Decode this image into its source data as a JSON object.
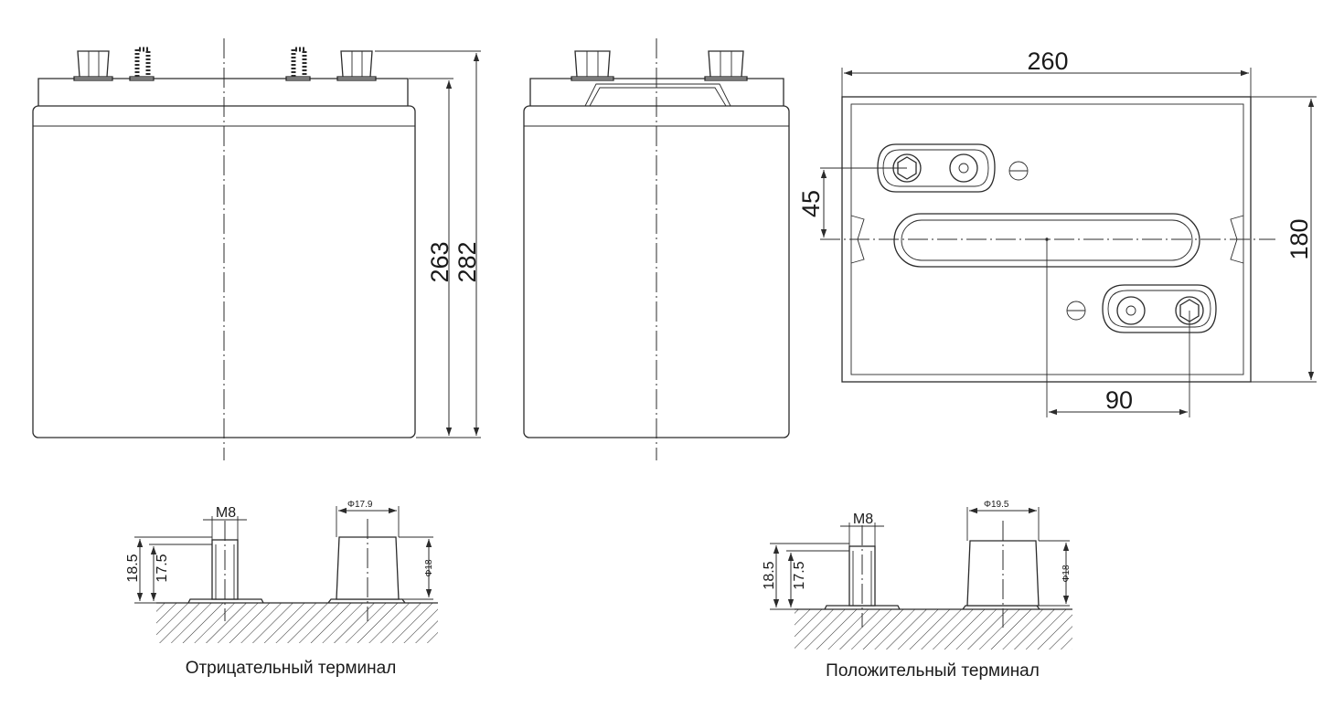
{
  "dimensions": {
    "width": "260",
    "depth": "180",
    "height_case": "263",
    "height_total": "282",
    "terminal_offset_y": "45",
    "terminal_offset_x": "90"
  },
  "negative_terminal": {
    "caption": "Отрицательный терминал",
    "thread": "M8",
    "height_total": "18.5",
    "height_post": "17.5",
    "diameter_top": "Φ17.9",
    "diameter_base": "Φ18"
  },
  "positive_terminal": {
    "caption": "Положительный терминал",
    "thread": "M8",
    "height_total": "18.5",
    "height_post": "17.5",
    "diameter_top": "Φ19.5",
    "diameter_base": "Φ18"
  }
}
